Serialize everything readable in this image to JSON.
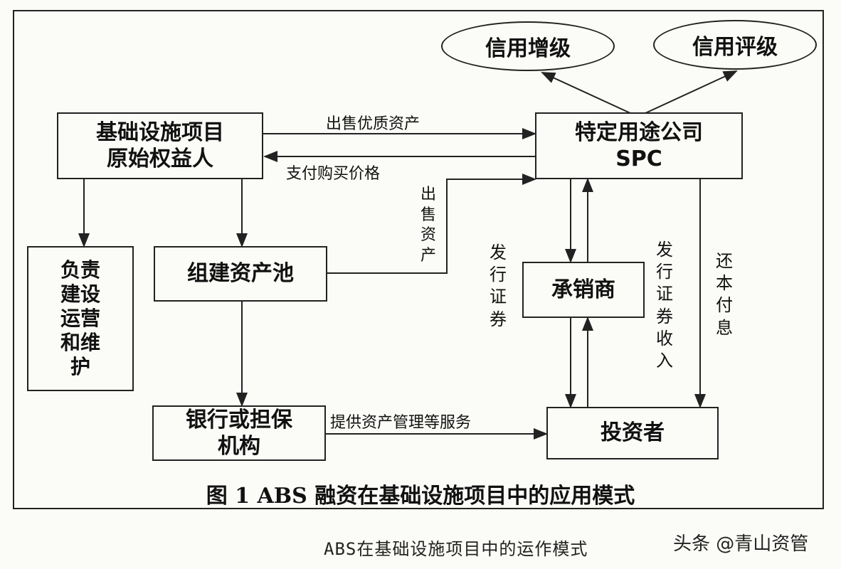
{
  "nodes": {
    "credit_enhancement": "信用增级",
    "credit_rating": "信用评级",
    "originator": "基础设施项目\n原始权益人",
    "spc": "特定用途公司\nSPC",
    "operation": "负责\n建设\n运营\n和维\n护",
    "asset_pool": "组建资产池",
    "underwriter": "承销商",
    "bank": "银行或担保\n机构",
    "investor": "投资者"
  },
  "edges": {
    "sell_quality_assets": "出售优质资产",
    "pay_purchase_price": "支付购买价格",
    "sell_assets": "出售资产",
    "issue_securities": "发行证券",
    "issue_proceeds": "发行证券收入",
    "repay_interest": "还本付息",
    "asset_services": "提供资产管理等服务"
  },
  "caption": "图 1 ABS 融资在基础设施项目中的应用模式",
  "subcaption": "ABS在基础设施项目中的运作模式",
  "watermark": "头条 @青山资管"
}
